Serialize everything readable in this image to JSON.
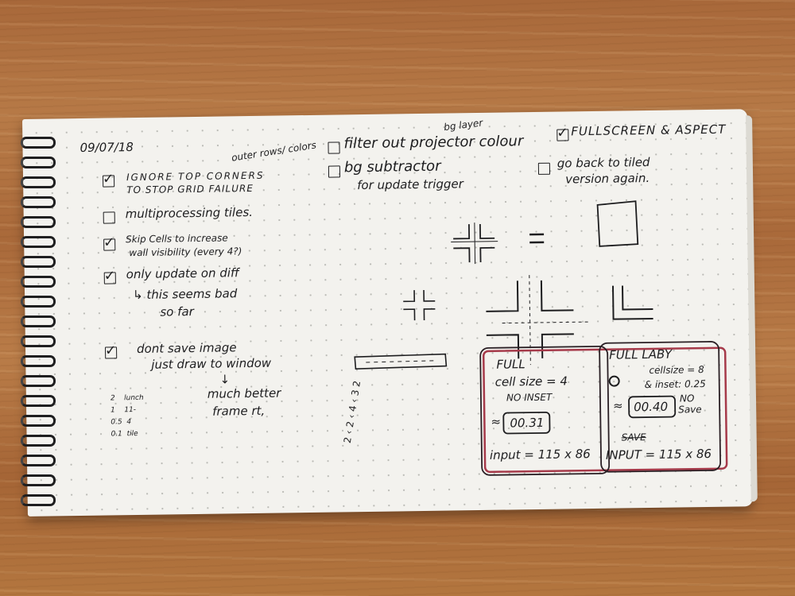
{
  "notebook": {
    "date": "09/07/18",
    "left_column": {
      "item1": {
        "text_line1": "IGNORE TOP CORNERS",
        "text_line2": "TO STOP GRID FAILURE",
        "note": "outer rows/ colors",
        "checked": true
      },
      "item2": {
        "text": "multiprocessing tiles.",
        "checked": false
      },
      "item3": {
        "text_line1": "Skip Cells to increase",
        "text_line2": "wall visibility (every 4?)",
        "checked": true
      },
      "item4": {
        "text_line1": "only update on diff",
        "text_line2": "↳ this seems bad",
        "text_line3": "so far",
        "checked": true
      },
      "item5": {
        "text_line1": "dont save image",
        "text_line2": "just draw to window",
        "note_line1": "much better",
        "note_line2": "frame rt,",
        "checked": true
      },
      "scale_list": [
        {
          "a": "2",
          "b": "lunch"
        },
        {
          "a": "1",
          "b": "11-"
        },
        {
          "a": "0.5",
          "b": "4"
        },
        {
          "a": "0.1",
          "b": "tile"
        }
      ]
    },
    "right_column": {
      "item_filter": {
        "text": "filter out projector colour",
        "note": "bg layer",
        "checked": false
      },
      "item_bg": {
        "text_line1": "bg subtractor",
        "text_line2": "for update trigger",
        "checked": false
      },
      "item_fullscreen": {
        "text": "FULLSCREEN & ASPECT",
        "checked": true
      },
      "item_goback": {
        "text_line1": "go back to tiled",
        "text_line2": "version again.",
        "checked": false
      },
      "box_full": {
        "title": "FULL",
        "line1": "cell size = 4",
        "line2": "NO INSET",
        "value": "00.31",
        "input": "input = 115 x 86"
      },
      "box_full_laby": {
        "title": "FULL LABY",
        "line1": "cellsize = 8",
        "line2": "& inset: 0.25",
        "value": "00.40",
        "side_note_line1": "NO",
        "side_note_line2": "Save",
        "label_saved": "SAVE",
        "input": "INPUT = 115 x 86"
      },
      "margin_numbers": [
        "2",
        "‹ 2",
        "‹ 4",
        "‹ 3 2"
      ]
    }
  }
}
